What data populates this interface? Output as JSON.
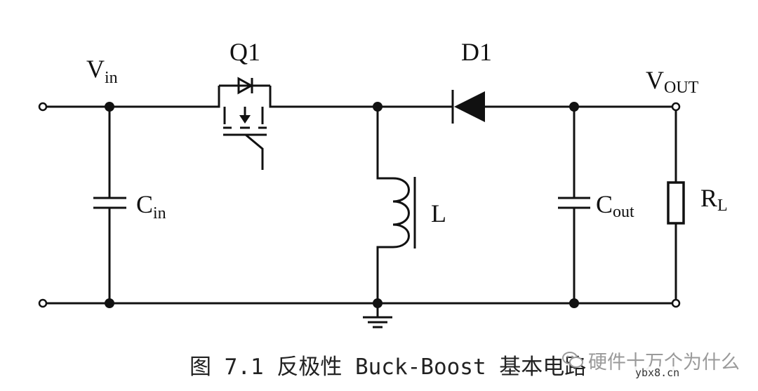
{
  "labels": {
    "vin": {
      "main": "V",
      "sub": "in"
    },
    "q1": "Q1",
    "d1": "D1",
    "vout": {
      "main": "V",
      "sub": "OUT"
    },
    "cin": {
      "main": "C",
      "sub": "in"
    },
    "inductor": "L",
    "cout": {
      "main": "C",
      "sub": "out"
    },
    "rl": {
      "main": "R",
      "sub": "L"
    }
  },
  "caption": "图 7.1 反极性 Buck-Boost 基本电路",
  "watermark": "硬件十万个为什么",
  "site": "ybx8.cn",
  "colors": {
    "line": "#111111",
    "caption": "#222222",
    "watermark": "#9a9a9a"
  }
}
